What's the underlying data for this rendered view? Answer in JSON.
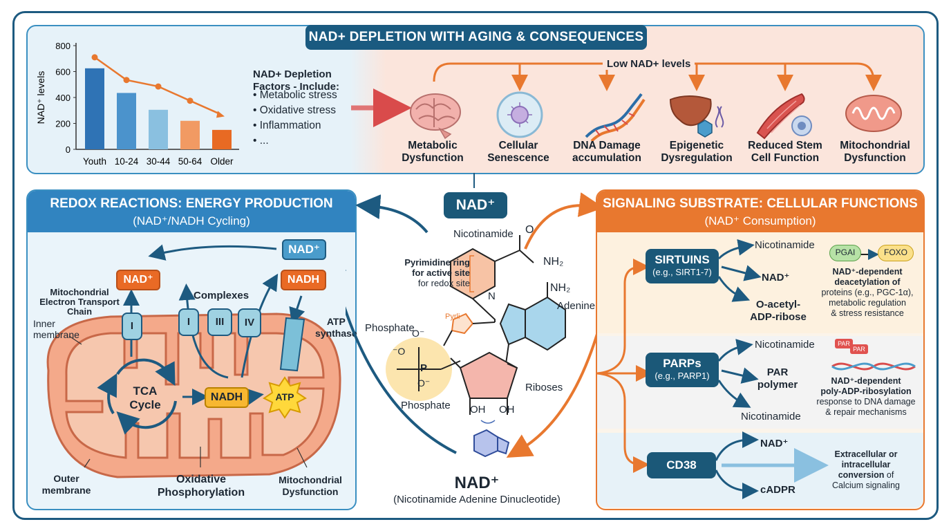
{
  "top": {
    "title": "NAD+ DEPLETION WITH AGING & CONSEQUENCES",
    "depletion_title_1": "NAD+ Depletion",
    "depletion_title_2": "Factors - Include:",
    "depletion_factors": [
      "Metabolic stress",
      "Oxidative stress",
      "Inflammation",
      "..."
    ],
    "low_label": "Low NAD+ levels",
    "consequences": [
      {
        "l1": "Metabolic",
        "l2": "Dysfunction",
        "icon": "brain-icon"
      },
      {
        "l1": "Cellular",
        "l2": "Senescence",
        "icon": "cell-icon"
      },
      {
        "l1": "DNA Damage",
        "l2": "accumulation",
        "icon": "dna-icon"
      },
      {
        "l1": "Epigenetic",
        "l2": "Dysregulation",
        "icon": "liver-icon"
      },
      {
        "l1": "Reduced Stem",
        "l2": "Cell Function",
        "icon": "muscle-icon"
      },
      {
        "l1": "Mitochondrial",
        "l2": "Dysfunction",
        "icon": "mitochondria-icon"
      }
    ]
  },
  "chart_data": {
    "type": "bar",
    "categories": [
      "Youth",
      "10-24",
      "30-44",
      "50-64",
      "Older"
    ],
    "values": [
      625,
      435,
      305,
      220,
      150
    ],
    "trend": [
      710,
      535,
      485,
      375,
      265
    ],
    "ylabel": "NAD⁺ levels",
    "ylim": [
      0,
      800
    ],
    "yticks": [
      0,
      200,
      400,
      600,
      800
    ],
    "colors": [
      "#2f73b5",
      "#4b93cc",
      "#8ac0e0",
      "#f19a63",
      "#e86a23"
    ],
    "trend_color": "#e8782f",
    "grid": false
  },
  "left": {
    "title": "REDOX REACTIONS: ENERGY PRODUCTION",
    "subtitle": "(NAD⁺/NADH Cycling)",
    "etc_label_1": "Mitochondrial",
    "etc_label_2": "Electron Transport",
    "etc_label_3": "Chain",
    "inner_1": "Inner",
    "inner_2": "membrane",
    "complexes": "Complexes",
    "atp_syn_1": "ATP",
    "atp_syn_2": "synthase",
    "nad_plus": "NAD⁺",
    "nadh": "NADH",
    "cx_i": "I",
    "cx_iii": "III",
    "cx_iv": "IV",
    "tca_1": "TCA",
    "tca_2": "Cycle",
    "atp": "ATP",
    "outer_1": "Outer",
    "outer_2": "membrane",
    "oxphos_1": "Oxidative",
    "oxphos_2": "Phosphorylation",
    "mitodys_1": "Mitochondrial",
    "mitodys_2": "Dysfunction"
  },
  "center": {
    "nad_label": "NAD⁺",
    "nicotinamide": "Nicotinamide",
    "o": "O",
    "nh2": "NH₂",
    "n": "N",
    "pyr_1": "Pyrimidine ring",
    "pyr_2": "for active site",
    "pyr_3": "for redox site",
    "pyrli": "Pyrli",
    "phosphate": "Phosphate",
    "adenine": "Adenine",
    "ribose": "Riboses",
    "oh": "OH",
    "p": "P",
    "o_minus": "⁻O",
    "o_minus2": "O⁻",
    "name": "NAD⁺",
    "full_name": "(Nicotinamide Adenine Dinucleotide)"
  },
  "right": {
    "title": "SIGNALING SUBSTRATE: CELLULAR FUNCTIONS",
    "subtitle": "(NAD⁺ Consumption)",
    "sirtuins": "SIRTUINS",
    "sirtuins_sub": "(e.g., SIRT1-7)",
    "sirt_out1": "Nicotinamide",
    "sirt_out2": "NAD⁺",
    "sirt_out3a": "O-acetyl-",
    "sirt_out3b": "ADP-ribose",
    "pgai": "PGAI",
    "foxo": "FOXO",
    "sirt_desc_1": "NAD⁺-dependent",
    "sirt_desc_2": "deacetylation of",
    "sirt_desc_3": "proteins (e.g., PGC-1α),",
    "sirt_desc_4": "metabolic regulation",
    "sirt_desc_5": "& stress resistance",
    "parps": "PARPs",
    "parps_sub": "(e.g., PARP1)",
    "parp_out1": "Nicotinamide",
    "parp_out2a": "PAR",
    "parp_out2b": "polymer",
    "parp_out3": "Nicotinamide",
    "par_tag": "PAR",
    "parp_desc_1": "NAD⁺-dependent",
    "parp_desc_2": "poly-ADP-ribosylation",
    "parp_desc_3": "response to DNA damage",
    "parp_desc_4": "& repair mechanisms",
    "cd38": "CD38",
    "cd38_out1": "NAD⁺",
    "cd38_out2": "cADPR",
    "cd38_desc_1": "Extracellular or",
    "cd38_desc_2": "intracellular",
    "cd38_desc_3a": "conversion",
    "cd38_desc_3b": " of",
    "cd38_desc_4": "Calcium signaling"
  }
}
